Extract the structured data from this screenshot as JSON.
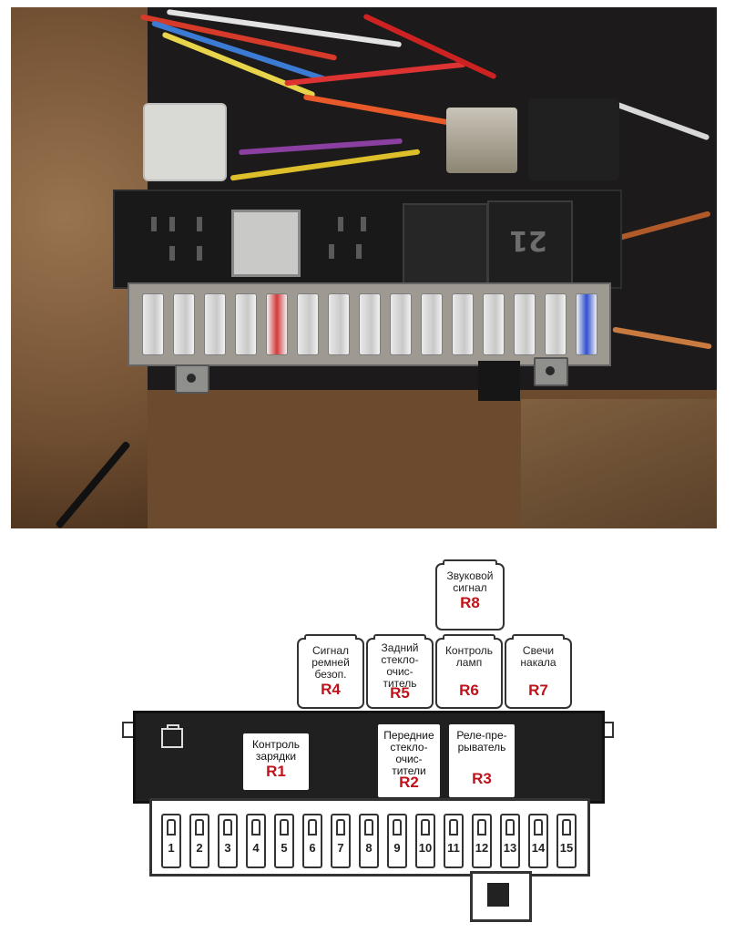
{
  "photo": {
    "relay_number_text": "21"
  },
  "diagram": {
    "top_relays": [
      {
        "id": "r8",
        "label": "Звуковой\nсигнал",
        "code": "R8"
      },
      {
        "id": "r4",
        "label": "Сигнал\nремней\nбезоп.",
        "code": "R4"
      },
      {
        "id": "r5",
        "label": "Задний\nстекло-\nочис-\nтитель",
        "code": "R5"
      },
      {
        "id": "r6",
        "label": "Контроль\nламп",
        "code": "R6"
      },
      {
        "id": "r7",
        "label": "Свечи\nнакала",
        "code": "R7"
      }
    ],
    "inner_relays": [
      {
        "id": "r1",
        "label": "Контроль\nзарядки",
        "code": "R1"
      },
      {
        "id": "r2",
        "label": "Передние\nстекло-\nочис-\nтители",
        "code": "R2"
      },
      {
        "id": "r3",
        "label": "Реле-пре-\nрыватель",
        "code": "R3"
      }
    ],
    "fuse_numbers": [
      "1",
      "2",
      "3",
      "4",
      "5",
      "6",
      "7",
      "8",
      "9",
      "10",
      "11",
      "12",
      "13",
      "14",
      "15"
    ],
    "label_color": "#c0121a",
    "battery_icon": "battery-icon"
  }
}
